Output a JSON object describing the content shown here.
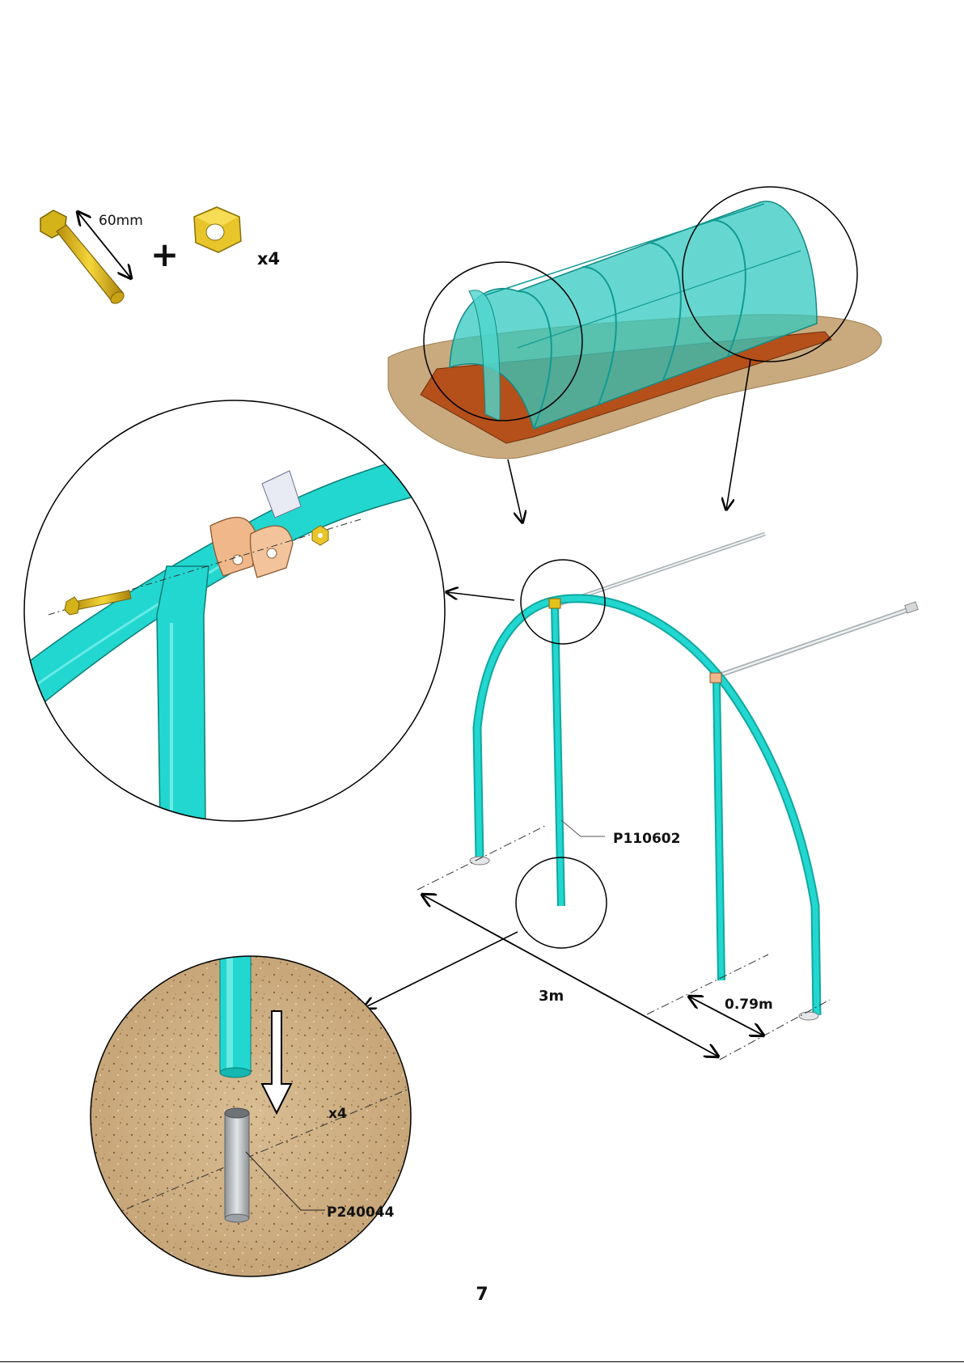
{
  "hardware": {
    "bolt_length": "60mm",
    "plus": "+",
    "quantity": "x4"
  },
  "parts": {
    "frame_post": "P110602",
    "ground_sleeve": "P240044"
  },
  "dimensions": {
    "length": "3m",
    "spacing": "0.79m"
  },
  "detail_ground": {
    "quantity": "x4"
  },
  "page": {
    "number": "7"
  },
  "colors": {
    "frame": "#22d7cf",
    "frame_dark": "#0fa8a1",
    "cover": "#33c9c0",
    "soil": "#c9aa7e",
    "timber": "#b5501b",
    "bolt": "#e3c11d",
    "bracket": "#f0b78a",
    "sleeve": "#b8bcc0"
  }
}
